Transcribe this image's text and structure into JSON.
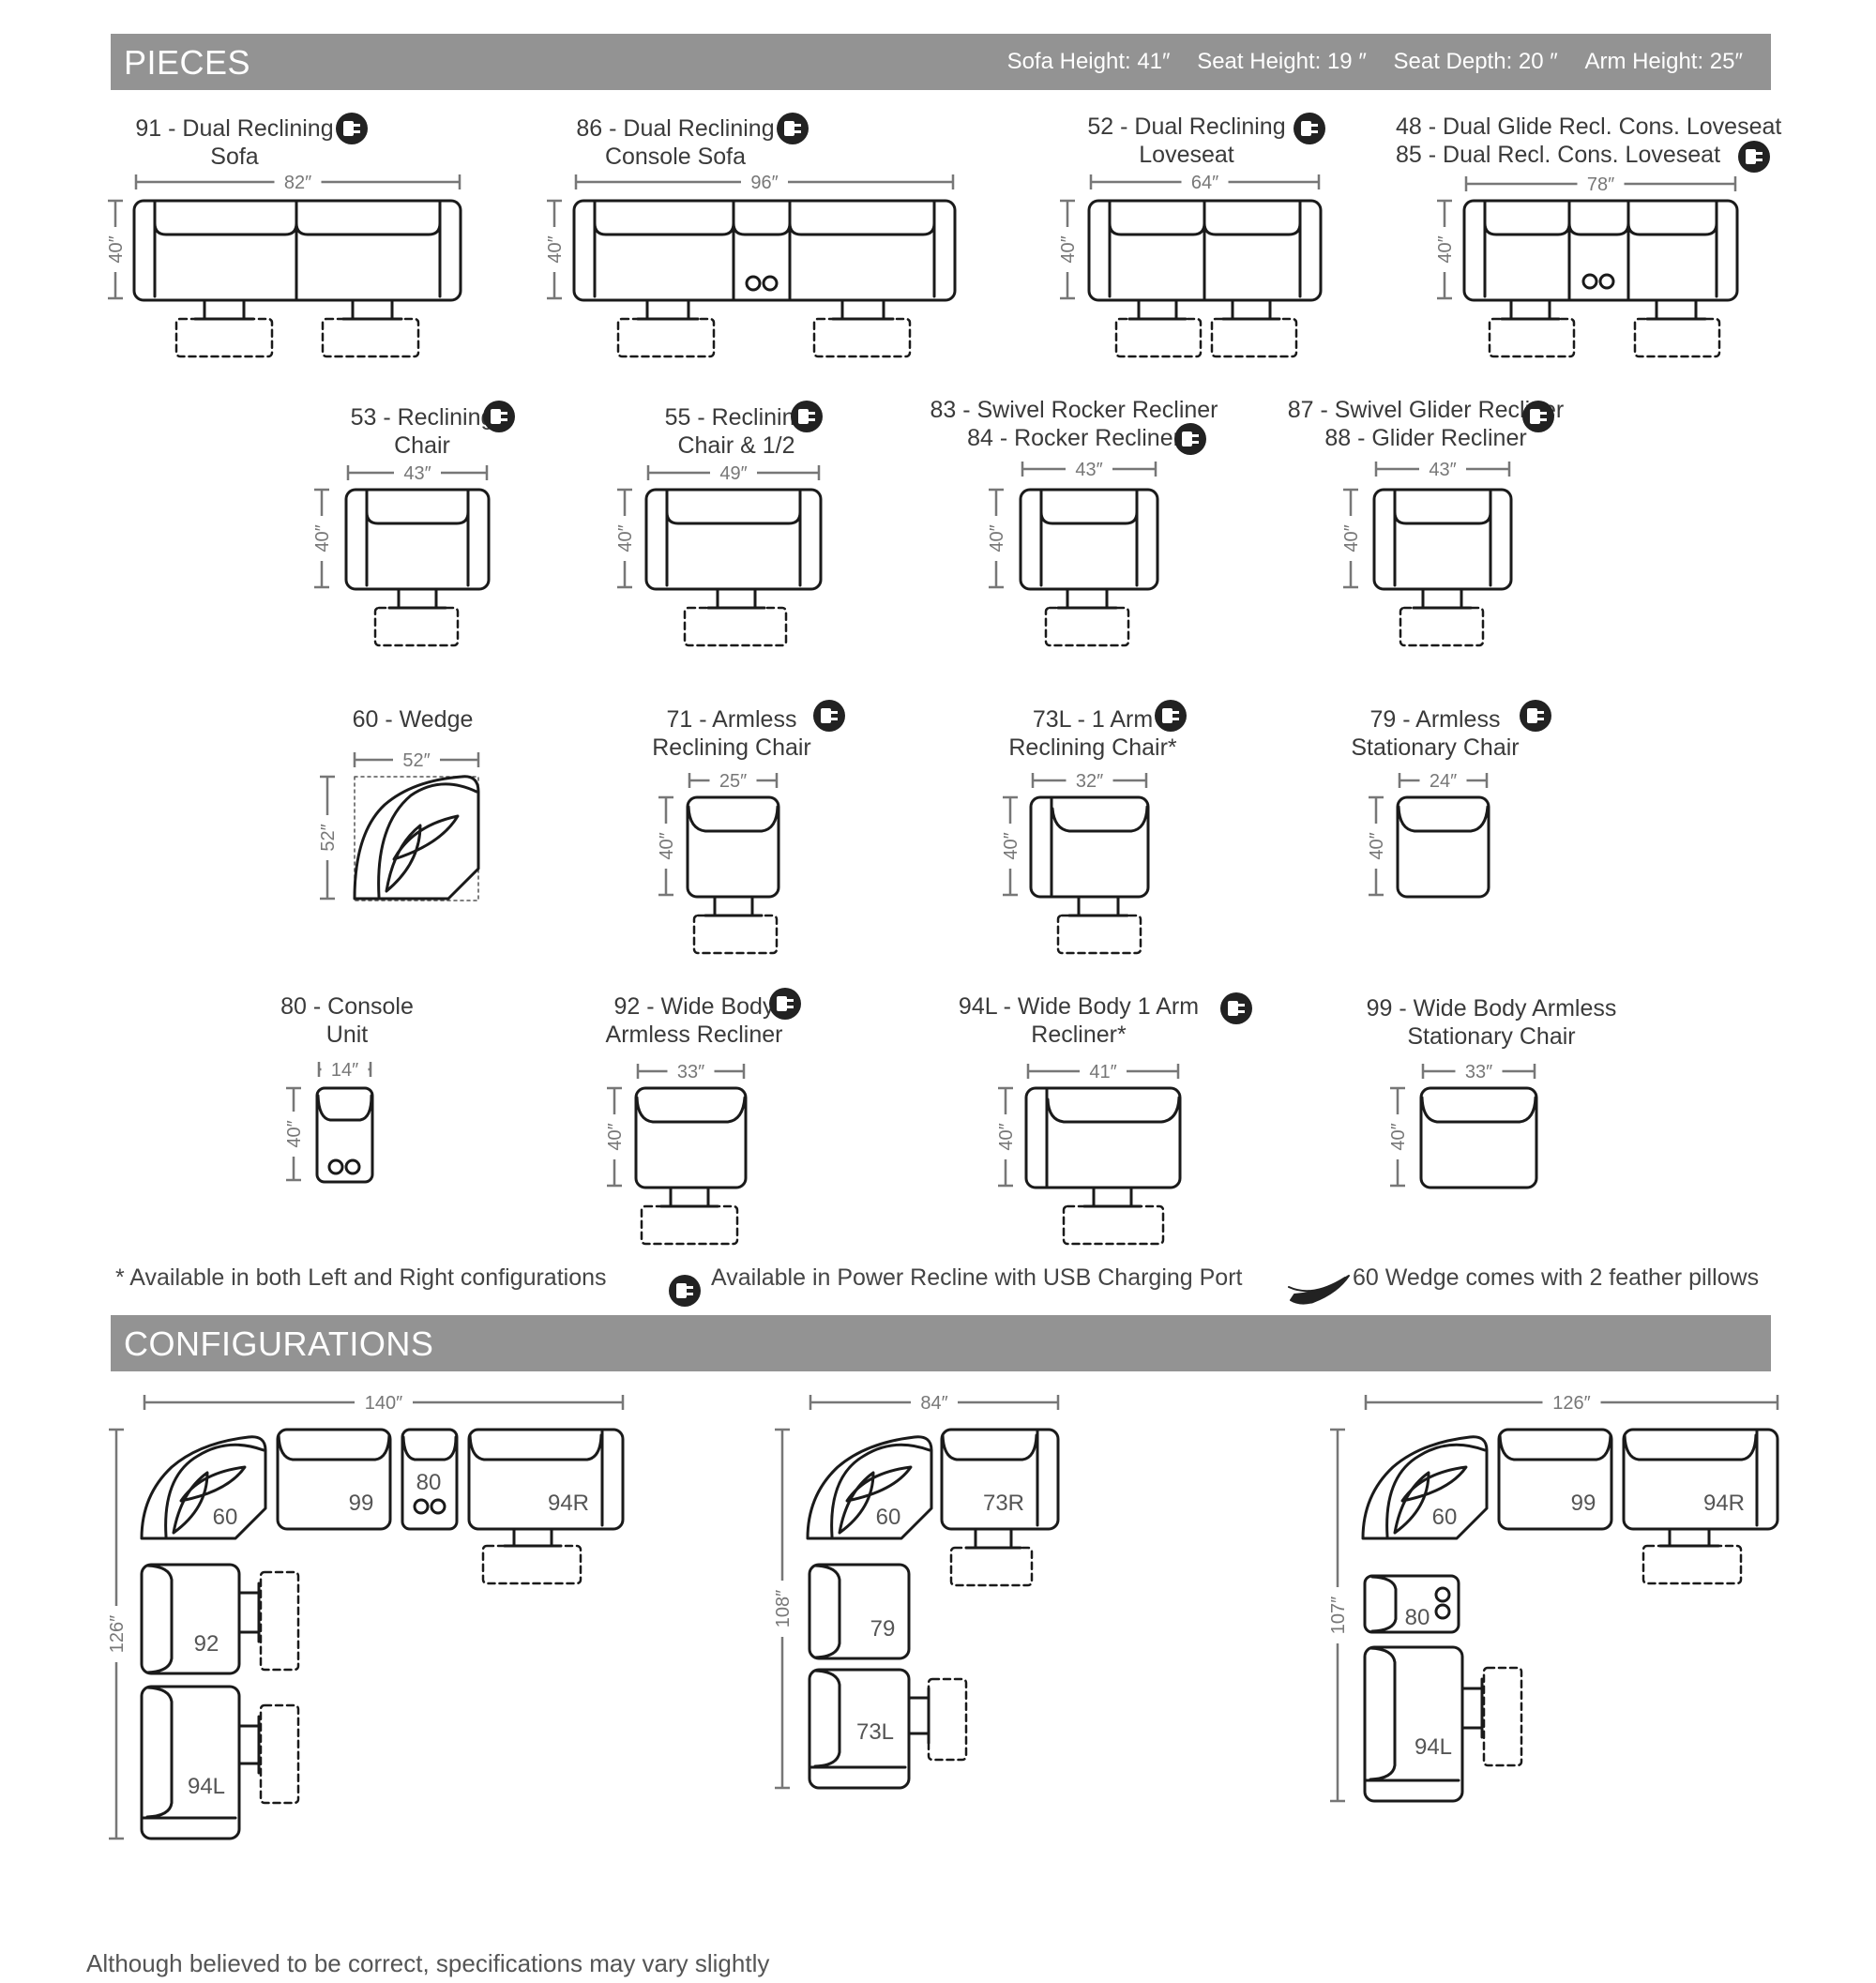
{
  "pieces_section": {
    "title": "PIECES",
    "specs": [
      "Sofa Height: 41″",
      "Seat Height: 19 ″",
      "Seat Depth: 20 ″",
      "Arm Height: 25″"
    ]
  },
  "pieces": [
    {
      "line1": "91 - Dual Reclining",
      "line2": "Sofa",
      "width": "82″",
      "height": "40″"
    },
    {
      "line1": "86 - Dual Reclining",
      "line2": "Console Sofa",
      "width": "96″",
      "height": "40″"
    },
    {
      "line1": "52 - Dual Reclining",
      "line2": "Loveseat",
      "width": "64″",
      "height": "40″"
    },
    {
      "line1": "48 - Dual Glide Recl. Cons. Loveseat",
      "line2": "85 - Dual Recl. Cons. Loveseat",
      "width": "78″",
      "height": "40″"
    },
    {
      "line1": "53 - Reclining",
      "line2": "Chair",
      "width": "43″",
      "height": "40″"
    },
    {
      "line1": "55 - Reclining",
      "line2": "Chair & 1/2",
      "width": "49″",
      "height": "40″"
    },
    {
      "line1": "83 - Swivel Rocker Recliner",
      "line2": "84 - Rocker Recliner",
      "width": "43″",
      "height": "40″"
    },
    {
      "line1": "87 - Swivel Glider Recliner",
      "line2": "88 - Glider Recliner",
      "width": "43″",
      "height": "40″"
    },
    {
      "line1": "60 - Wedge",
      "line2": "",
      "width": "52″",
      "height": "52″"
    },
    {
      "line1": "71 - Armless",
      "line2": "Reclining Chair",
      "width": "25″",
      "height": "40″"
    },
    {
      "line1": "73L - 1 Arm",
      "line2": "Reclining Chair*",
      "width": "32″",
      "height": "40″"
    },
    {
      "line1": "79 - Armless",
      "line2": "Stationary Chair",
      "width": "24″",
      "height": "40″"
    },
    {
      "line1": "80 - Console",
      "line2": "Unit",
      "width": "14″",
      "height": "40″"
    },
    {
      "line1": "92 - Wide Body",
      "line2": "Armless Recliner",
      "width": "33″",
      "height": "40″"
    },
    {
      "line1": "94L - Wide Body 1 Arm",
      "line2": "Recliner*",
      "width": "41″",
      "height": "40″"
    },
    {
      "line1": "99 - Wide Body Armless",
      "line2": "Stationary Chair",
      "width": "33″",
      "height": "40″"
    }
  ],
  "legend": {
    "note": "* Available in both Left and Right configurations",
    "power_icon": "power-plug-icon",
    "power": "Available in Power Recline with USB Charging Port",
    "feather_icon": "feather-icon",
    "feather": "60 Wedge comes with 2 feather pillows"
  },
  "configurations_section": {
    "title": "CONFIGURATIONS"
  },
  "configurations": [
    {
      "width": "140″",
      "height": "126″",
      "pieces": [
        "60",
        "99",
        "80",
        "94R",
        "92",
        "94L"
      ]
    },
    {
      "width": "84″",
      "height": "108″",
      "pieces": [
        "60",
        "73R",
        "79",
        "73L"
      ]
    },
    {
      "width": "126″",
      "height": "107″",
      "pieces": [
        "60",
        "99",
        "94R",
        "80",
        "94L"
      ]
    }
  ],
  "footer": "Although believed to be correct, specifications may vary slightly",
  "colors": {
    "band": "#939393",
    "line": "#1a1a1a",
    "dim": "#777777"
  }
}
